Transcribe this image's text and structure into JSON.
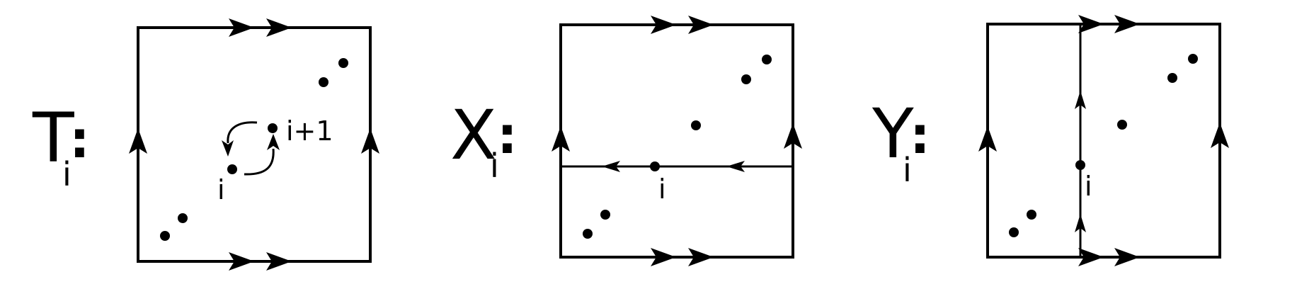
{
  "panels": [
    {
      "name": "T",
      "letter": "T",
      "subscript": "i",
      "colon": ":",
      "labels": {
        "lower": "i",
        "upper": "i+1"
      }
    },
    {
      "name": "X",
      "letter": "X",
      "subscript": "i",
      "colon": ":",
      "labels": {
        "mid": "i"
      }
    },
    {
      "name": "Y",
      "letter": "Y",
      "subscript": "i",
      "colon": ":",
      "labels": {
        "mid": "i"
      }
    }
  ]
}
